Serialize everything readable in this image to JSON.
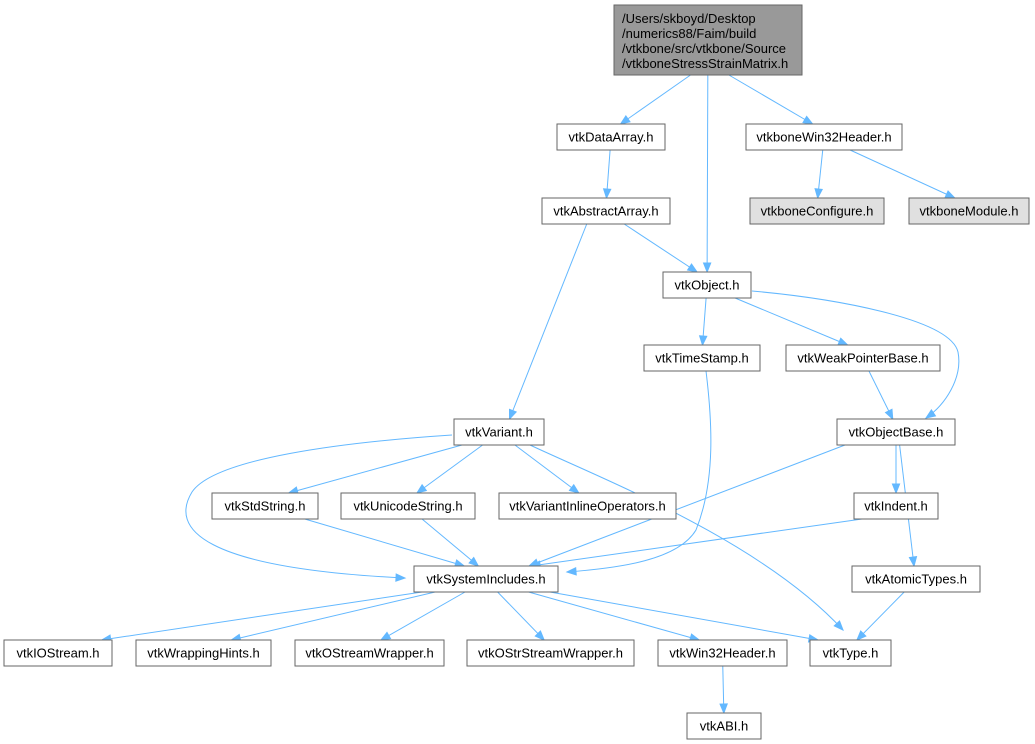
{
  "colors": {
    "root_fill": "#999999",
    "grey_fill": "#e0e0e0",
    "node_fill": "#ffffff",
    "border": "#666666",
    "edge": "#63b8ff"
  },
  "nodes": [
    {
      "id": "root",
      "lines": [
        "/Users/skboyd/Desktop",
        "/numerics88/Faim/build",
        "/vtkbone/src/vtkbone/Source",
        "/vtkboneStressStrainMatrix.h"
      ],
      "style": "root"
    },
    {
      "id": "vtkDataArray",
      "lines": [
        "vtkDataArray.h"
      ],
      "style": "normal"
    },
    {
      "id": "vtkboneWin32Header",
      "lines": [
        "vtkboneWin32Header.h"
      ],
      "style": "normal"
    },
    {
      "id": "vtkAbstractArray",
      "lines": [
        "vtkAbstractArray.h"
      ],
      "style": "normal"
    },
    {
      "id": "vtkboneConfigure",
      "lines": [
        "vtkboneConfigure.h"
      ],
      "style": "grey"
    },
    {
      "id": "vtkboneModule",
      "lines": [
        "vtkboneModule.h"
      ],
      "style": "grey"
    },
    {
      "id": "vtkObject",
      "lines": [
        "vtkObject.h"
      ],
      "style": "normal"
    },
    {
      "id": "vtkTimeStamp",
      "lines": [
        "vtkTimeStamp.h"
      ],
      "style": "normal"
    },
    {
      "id": "vtkWeakPointerBase",
      "lines": [
        "vtkWeakPointerBase.h"
      ],
      "style": "normal"
    },
    {
      "id": "vtkVariant",
      "lines": [
        "vtkVariant.h"
      ],
      "style": "normal"
    },
    {
      "id": "vtkObjectBase",
      "lines": [
        "vtkObjectBase.h"
      ],
      "style": "normal"
    },
    {
      "id": "vtkStdString",
      "lines": [
        "vtkStdString.h"
      ],
      "style": "normal"
    },
    {
      "id": "vtkUnicodeString",
      "lines": [
        "vtkUnicodeString.h"
      ],
      "style": "normal"
    },
    {
      "id": "vtkVariantInlineOperators",
      "lines": [
        "vtkVariantInlineOperators.h"
      ],
      "style": "normal"
    },
    {
      "id": "vtkIndent",
      "lines": [
        "vtkIndent.h"
      ],
      "style": "normal"
    },
    {
      "id": "vtkSystemIncludes",
      "lines": [
        "vtkSystemIncludes.h"
      ],
      "style": "normal"
    },
    {
      "id": "vtkAtomicTypes",
      "lines": [
        "vtkAtomicTypes.h"
      ],
      "style": "normal"
    },
    {
      "id": "vtkIOStream",
      "lines": [
        "vtkIOStream.h"
      ],
      "style": "normal"
    },
    {
      "id": "vtkWrappingHints",
      "lines": [
        "vtkWrappingHints.h"
      ],
      "style": "normal"
    },
    {
      "id": "vtkOStreamWrapper",
      "lines": [
        "vtkOStreamWrapper.h"
      ],
      "style": "normal"
    },
    {
      "id": "vtkOStrStreamWrapper",
      "lines": [
        "vtkOStrStreamWrapper.h"
      ],
      "style": "normal"
    },
    {
      "id": "vtkWin32Header",
      "lines": [
        "vtkWin32Header.h"
      ],
      "style": "normal"
    },
    {
      "id": "vtkType",
      "lines": [
        "vtkType.h"
      ],
      "style": "normal"
    },
    {
      "id": "vtkABI",
      "lines": [
        "vtkABI.h"
      ],
      "style": "normal"
    }
  ],
  "edges": [
    {
      "from": "root",
      "to": "vtkDataArray"
    },
    {
      "from": "root",
      "to": "vtkObject"
    },
    {
      "from": "root",
      "to": "vtkboneWin32Header"
    },
    {
      "from": "vtkDataArray",
      "to": "vtkAbstractArray"
    },
    {
      "from": "vtkboneWin32Header",
      "to": "vtkboneConfigure"
    },
    {
      "from": "vtkboneWin32Header",
      "to": "vtkboneModule"
    },
    {
      "from": "vtkAbstractArray",
      "to": "vtkObject"
    },
    {
      "from": "vtkAbstractArray",
      "to": "vtkVariant"
    },
    {
      "from": "vtkObject",
      "to": "vtkTimeStamp"
    },
    {
      "from": "vtkObject",
      "to": "vtkWeakPointerBase"
    },
    {
      "from": "vtkObject",
      "to": "vtkObjectBase"
    },
    {
      "from": "vtkWeakPointerBase",
      "to": "vtkObjectBase"
    },
    {
      "from": "vtkTimeStamp",
      "to": "vtkSystemIncludes"
    },
    {
      "from": "vtkVariant",
      "to": "vtkStdString"
    },
    {
      "from": "vtkVariant",
      "to": "vtkUnicodeString"
    },
    {
      "from": "vtkVariant",
      "to": "vtkVariantInlineOperators"
    },
    {
      "from": "vtkVariant",
      "to": "vtkSystemIncludes"
    },
    {
      "from": "vtkVariant",
      "to": "vtkType"
    },
    {
      "from": "vtkObjectBase",
      "to": "vtkIndent"
    },
    {
      "from": "vtkObjectBase",
      "to": "vtkSystemIncludes"
    },
    {
      "from": "vtkObjectBase",
      "to": "vtkAtomicTypes"
    },
    {
      "from": "vtkStdString",
      "to": "vtkSystemIncludes"
    },
    {
      "from": "vtkUnicodeString",
      "to": "vtkSystemIncludes"
    },
    {
      "from": "vtkIndent",
      "to": "vtkSystemIncludes"
    },
    {
      "from": "vtkAtomicTypes",
      "to": "vtkType"
    },
    {
      "from": "vtkSystemIncludes",
      "to": "vtkIOStream"
    },
    {
      "from": "vtkSystemIncludes",
      "to": "vtkWrappingHints"
    },
    {
      "from": "vtkSystemIncludes",
      "to": "vtkOStreamWrapper"
    },
    {
      "from": "vtkSystemIncludes",
      "to": "vtkOStrStreamWrapper"
    },
    {
      "from": "vtkSystemIncludes",
      "to": "vtkWin32Header"
    },
    {
      "from": "vtkSystemIncludes",
      "to": "vtkType"
    },
    {
      "from": "vtkWin32Header",
      "to": "vtkABI"
    }
  ]
}
